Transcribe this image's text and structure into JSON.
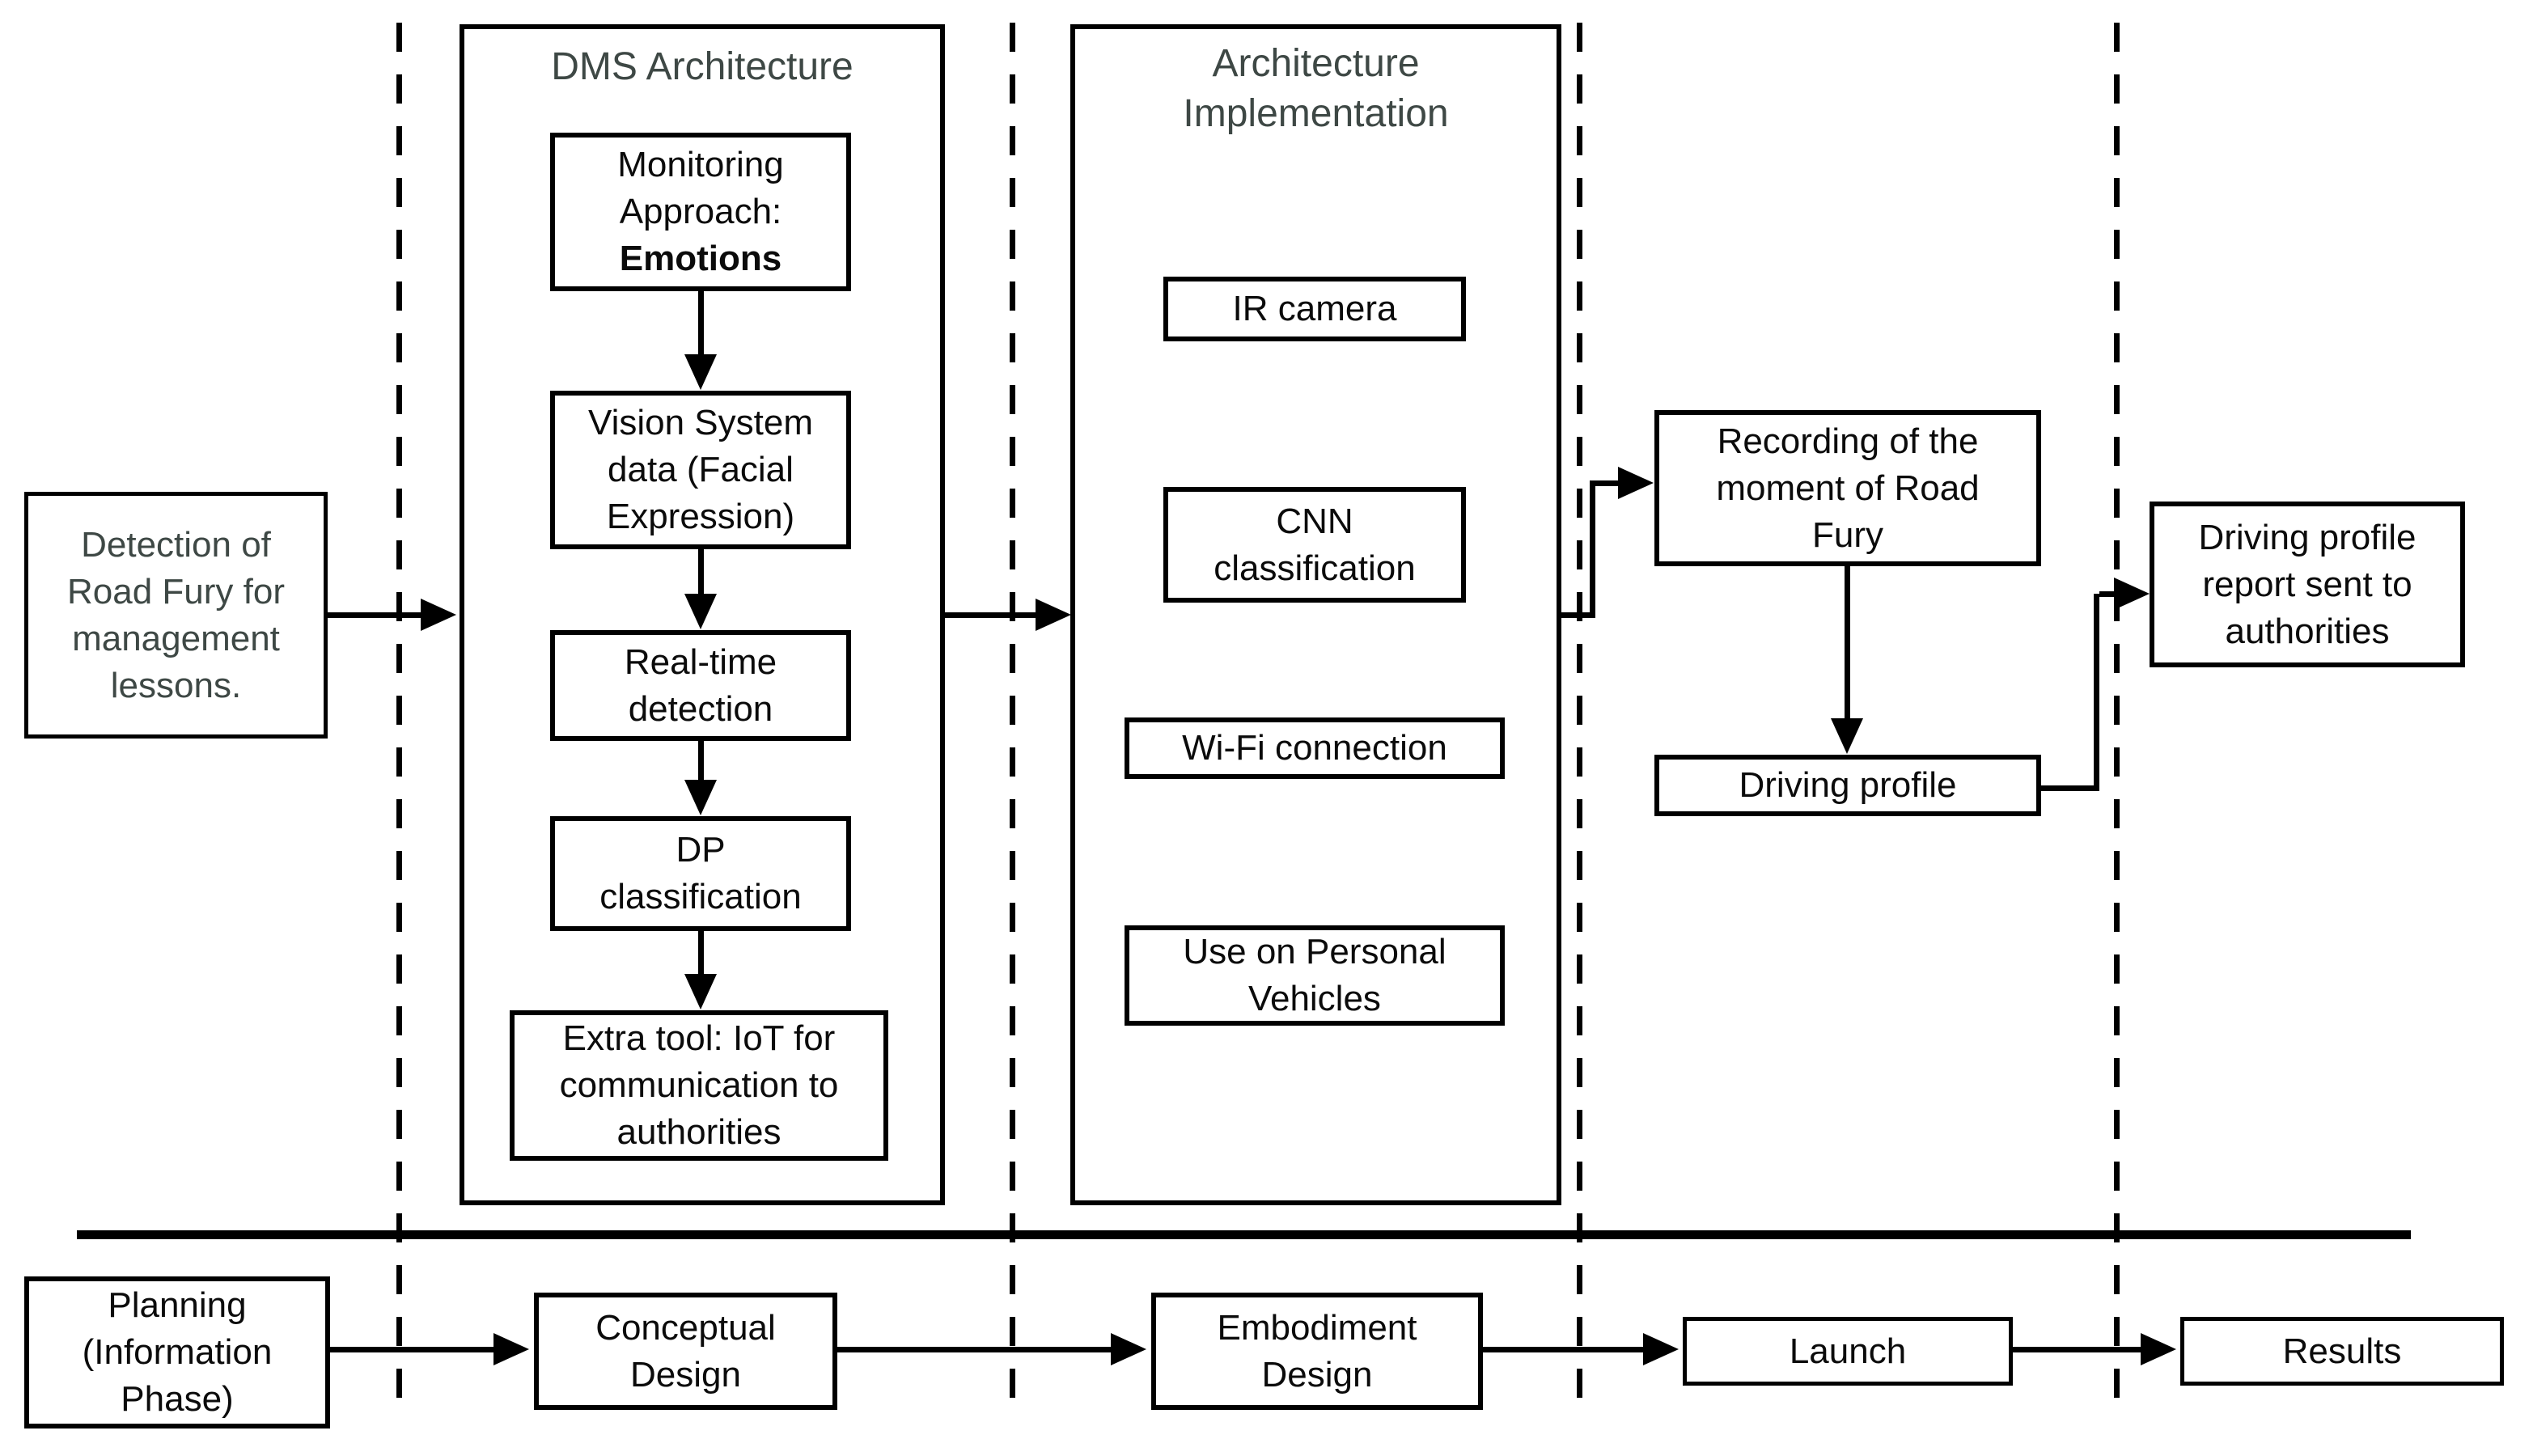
{
  "colors": {
    "title_gray": "#3e4845",
    "line_black": "#000000",
    "background": "#ffffff"
  },
  "detection": {
    "lines": [
      "Detection of",
      "Road Fury for",
      "management",
      "lessons."
    ]
  },
  "dms": {
    "title": "DMS Architecture",
    "monitoring": {
      "line1": "Monitoring",
      "line2": "Approach:",
      "line3_bold": "Emotions"
    },
    "vision": {
      "lines": [
        "Vision System",
        "data (Facial",
        "Expression)"
      ]
    },
    "realtime": {
      "lines": [
        "Real-time",
        "detection"
      ]
    },
    "dp": {
      "lines": [
        "DP",
        "classification"
      ]
    },
    "extra": {
      "lines": [
        "Extra tool: IoT for",
        "communication to",
        "authorities"
      ]
    }
  },
  "implementation": {
    "title_lines": [
      "Architecture",
      "Implementation"
    ],
    "ir": "IR camera",
    "cnn": {
      "lines": [
        "CNN",
        "classification"
      ]
    },
    "wifi": "Wi-Fi connection",
    "personal": {
      "lines": [
        "Use on Personal",
        "Vehicles"
      ]
    }
  },
  "outputs": {
    "recording": {
      "lines": [
        "Recording of the",
        "moment of Road",
        "Fury"
      ]
    },
    "profile": "Driving profile",
    "report": {
      "lines": [
        "Driving profile",
        "report sent to",
        "authorities"
      ]
    }
  },
  "timeline": {
    "planning": {
      "lines": [
        "Planning",
        "(Information",
        "Phase)"
      ]
    },
    "conceptual": {
      "lines": [
        "Conceptual",
        "Design"
      ]
    },
    "embodiment": {
      "lines": [
        "Embodiment",
        "Design"
      ]
    },
    "launch": "Launch",
    "results": "Results"
  }
}
